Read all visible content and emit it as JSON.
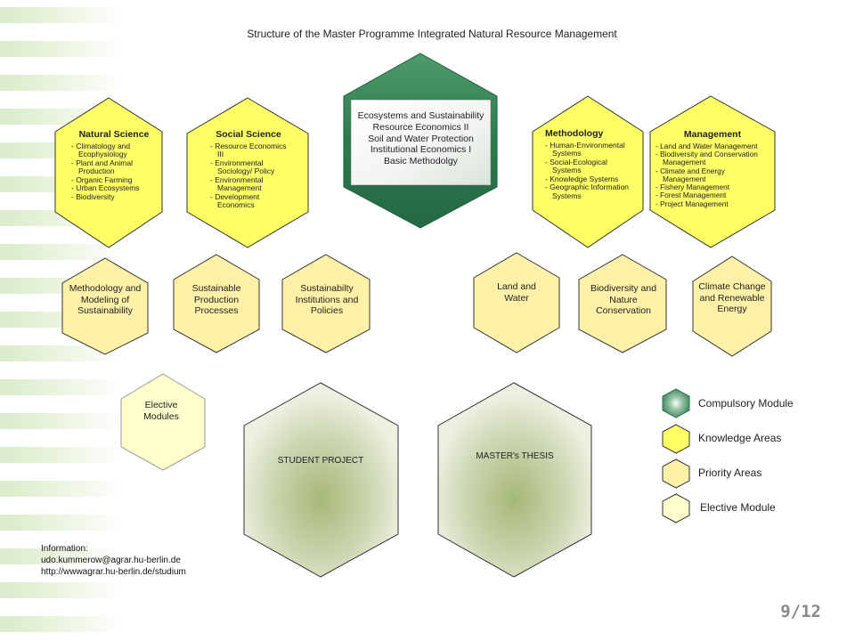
{
  "title": "Structure of the Master Programme Integrated Natural Resource Management",
  "compulsory": {
    "lines": [
      "Ecosystems and Sustainability",
      "Resource Economics II",
      "Soil and Water Protection",
      "Institutional Economics I",
      "Basic Methodolgy"
    ]
  },
  "knowledge_areas": [
    {
      "title": "Natural Science",
      "items": [
        "- Climatology and Ecophysiology",
        "- Plant and Animal Production",
        "- Organic Farming",
        "- Urban Ecosystems",
        "- Biodiversity"
      ]
    },
    {
      "title": "Social Science",
      "items": [
        "- Resource Economics III",
        "- Environmental Sociology/ Policy",
        "- Environmental Management",
        "- Development Economics"
      ]
    },
    {
      "title": "Methodology",
      "items": [
        "- Human-Environmental Systems",
        "- Social-Ecological Systems",
        "- Knowledge Systems",
        "- Geographic Information Systems"
      ]
    },
    {
      "title": "Management",
      "items": [
        "- Land and Water Management",
        "- Biodiversity and Conservation Management",
        "- Climate and Energy Management",
        "- Fishery Management",
        "- Forest Management",
        "- Project Management"
      ]
    }
  ],
  "priority_areas": [
    "Methodology and Modeling of Sustainability",
    "Sustainable Production Processes",
    "Sustainabilty Institutions and Policies",
    "Land and Water",
    "Biodiversity and Nature Conservation",
    "Climate Change and Renewable Energy"
  ],
  "elective": "Elective Modules",
  "student_project": "STUDENT PROJECT",
  "masters_thesis": "MASTER's THESIS",
  "legend": {
    "compulsory": "Compulsory Module",
    "knowledge": "Knowledge Areas",
    "priority": "Priority Areas",
    "elective": "Elective Module"
  },
  "info": {
    "label": "Information:",
    "email": "udo.kummerow@agrar.hu-berlin.de",
    "url": "http://wwwagrar.hu-berlin.de/studium"
  },
  "page_number": "9/12",
  "colors": {
    "knowledge_fill": "#ffff66",
    "priority_fill": "#fff2a8",
    "elective_fill": "#ffffcc",
    "compulsory_dark": "#2e7a4e",
    "project_center": "#a6b878",
    "stripe": "#d9ebc9"
  }
}
